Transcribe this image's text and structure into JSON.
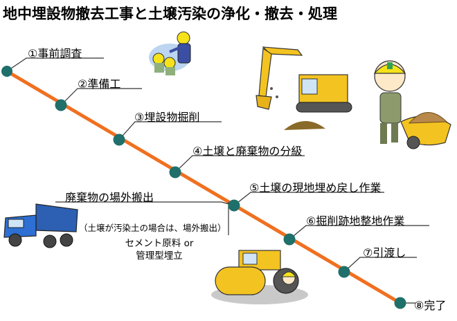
{
  "title": "地中埋設物撤去工事と土壌汚染の浄化・撤去・処理",
  "steps": [
    {
      "label": "①事前調査"
    },
    {
      "label": "②準備工"
    },
    {
      "label": "③埋設物掘削"
    },
    {
      "label": "④土壌と廃棄物の分級"
    },
    {
      "label": "⑤土壌の現地埋め戻し作業"
    },
    {
      "label": "⑥掘削跡地整地作業"
    },
    {
      "label": "⑦引渡し"
    },
    {
      "label": "⑧完了"
    }
  ],
  "branch": {
    "label": "廃棄物の場外搬出",
    "note": "（土壌が汚染土の場合は、場外搬出）",
    "dest_line1": "セメント原料 or",
    "dest_line2": "管理型埋立"
  },
  "colors": {
    "line": "#f07020",
    "node": "#1f6f6a",
    "leader": "#333333"
  },
  "icons": [
    "surveyors-icon",
    "excavator-icon",
    "worker-wheelbarrow-icon",
    "dump-truck-icon",
    "road-roller-icon"
  ]
}
